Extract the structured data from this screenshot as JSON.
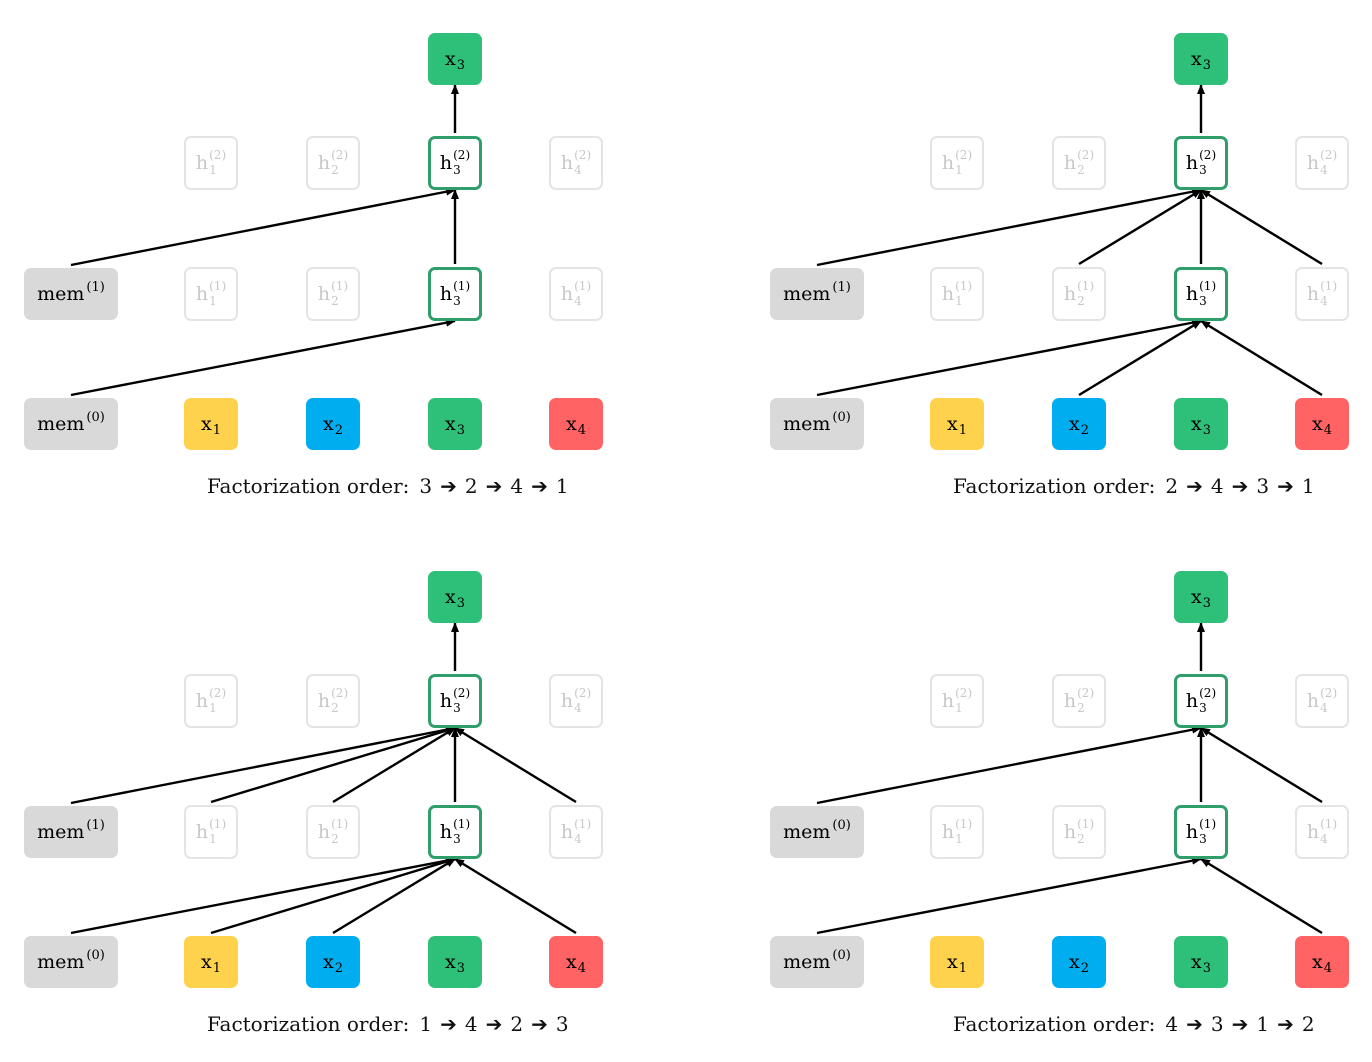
{
  "colors": {
    "mem": "#d9d9d9",
    "x1": "#ffd24d",
    "x2": "#00aeef",
    "x3": "#2ebf78",
    "x4": "#ff6363",
    "highlight_border": "#2f9e6a",
    "ghost_border": "#e4e4e4",
    "ghost_text": "#c8c8c8",
    "edge": "#000000"
  },
  "labels": {
    "mem": "mem",
    "x": "x",
    "h": "h",
    "layer0": "(0)",
    "layer1": "(1)",
    "layer2": "(2)",
    "caption_prefix": "Factorization order:",
    "order_arrow": "➔"
  },
  "panels": [
    {
      "id": "panel-1",
      "order": [
        "3",
        "2",
        "4",
        "1"
      ],
      "mem_labels": [
        "(0)",
        "(1)"
      ],
      "edges": [
        {
          "from": "mem0",
          "to": "h3_1"
        },
        {
          "from": "mem1",
          "to": "h3_2"
        },
        {
          "from": "h3_1",
          "to": "h3_2"
        },
        {
          "from": "h3_2",
          "to": "top"
        }
      ]
    },
    {
      "id": "panel-2",
      "order": [
        "2",
        "4",
        "3",
        "1"
      ],
      "mem_labels": [
        "(0)",
        "(1)"
      ],
      "edges": [
        {
          "from": "mem0",
          "to": "h3_1"
        },
        {
          "from": "x2",
          "to": "h3_1"
        },
        {
          "from": "x4",
          "to": "h3_1"
        },
        {
          "from": "mem1",
          "to": "h3_2"
        },
        {
          "from": "h2_1",
          "to": "h3_2"
        },
        {
          "from": "h3_1",
          "to": "h3_2"
        },
        {
          "from": "h4_1",
          "to": "h3_2"
        },
        {
          "from": "h3_2",
          "to": "top"
        }
      ]
    },
    {
      "id": "panel-3",
      "order": [
        "1",
        "4",
        "2",
        "3"
      ],
      "mem_labels": [
        "(0)",
        "(1)"
      ],
      "edges": [
        {
          "from": "mem0",
          "to": "h3_1"
        },
        {
          "from": "x1",
          "to": "h3_1"
        },
        {
          "from": "x2",
          "to": "h3_1"
        },
        {
          "from": "x4",
          "to": "h3_1"
        },
        {
          "from": "mem1",
          "to": "h3_2"
        },
        {
          "from": "h1_1",
          "to": "h3_2"
        },
        {
          "from": "h2_1",
          "to": "h3_2"
        },
        {
          "from": "h3_1",
          "to": "h3_2"
        },
        {
          "from": "h4_1",
          "to": "h3_2"
        },
        {
          "from": "h3_2",
          "to": "top"
        }
      ]
    },
    {
      "id": "panel-4",
      "order": [
        "4",
        "3",
        "1",
        "2"
      ],
      "mem_labels": [
        "(0)",
        "(0)"
      ],
      "edges": [
        {
          "from": "mem0",
          "to": "h3_1"
        },
        {
          "from": "x4",
          "to": "h3_1"
        },
        {
          "from": "mem1",
          "to": "h3_2"
        },
        {
          "from": "h3_1",
          "to": "h3_2"
        },
        {
          "from": "h4_1",
          "to": "h3_2"
        },
        {
          "from": "h3_2",
          "to": "top"
        }
      ]
    }
  ]
}
